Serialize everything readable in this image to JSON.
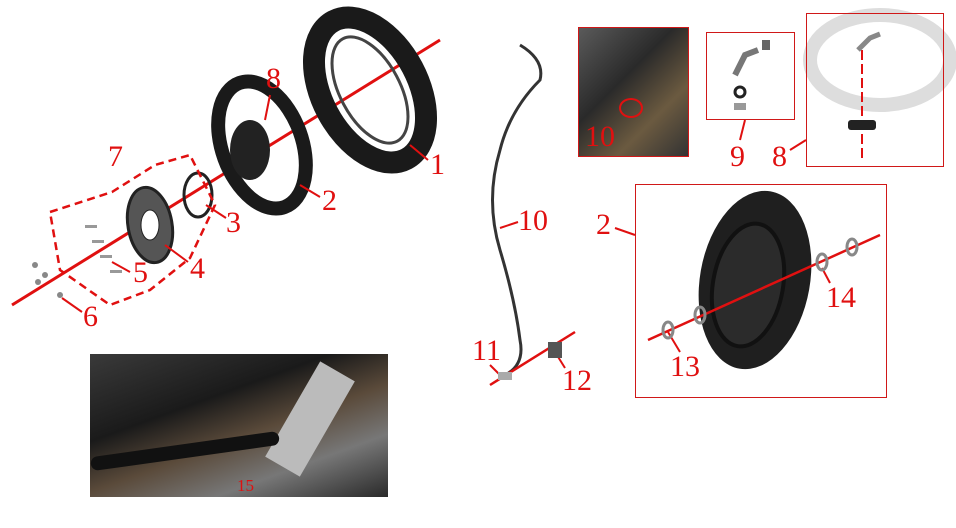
{
  "colors": {
    "callout": "#e01010",
    "part": "#1a1a1a"
  },
  "labels": {
    "tire": "1",
    "wheel": "2",
    "disc_ring": "3",
    "brake_disc": "4",
    "bolts": "5",
    "screws": "6",
    "disc_group": "7",
    "valve": "8",
    "sensor_photo": "10",
    "valve_kit": "9",
    "valve_detail": "8",
    "sensor_cable": "10",
    "wheel_detail": "2",
    "bearing_right": "14",
    "bearing_left": "13",
    "sensor_end": "11",
    "sensor_head": "12",
    "connector_photo": "15"
  }
}
